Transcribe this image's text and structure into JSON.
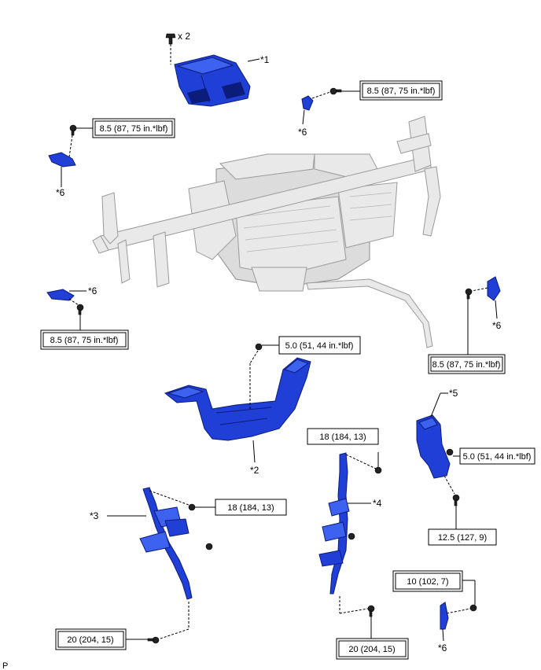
{
  "parts": {
    "p1": "*1",
    "p2": "*2",
    "p3": "*3",
    "p4": "*4",
    "p5": "*5",
    "p6": "*6"
  },
  "qty": "x 2",
  "torques": {
    "t85": "8.5 (87, 75 in.*lbf)",
    "t50": "5.0 (51, 44 in.*lbf)",
    "t18": "18 (184, 13)",
    "t125": "12.5 (127, 9)",
    "t10": "10 (102, 7)",
    "t20": "20 (204, 15)"
  },
  "corner_mark": "P",
  "colors": {
    "highlight_part": "#1f3fd6",
    "context_part": "#e9e9e9"
  }
}
